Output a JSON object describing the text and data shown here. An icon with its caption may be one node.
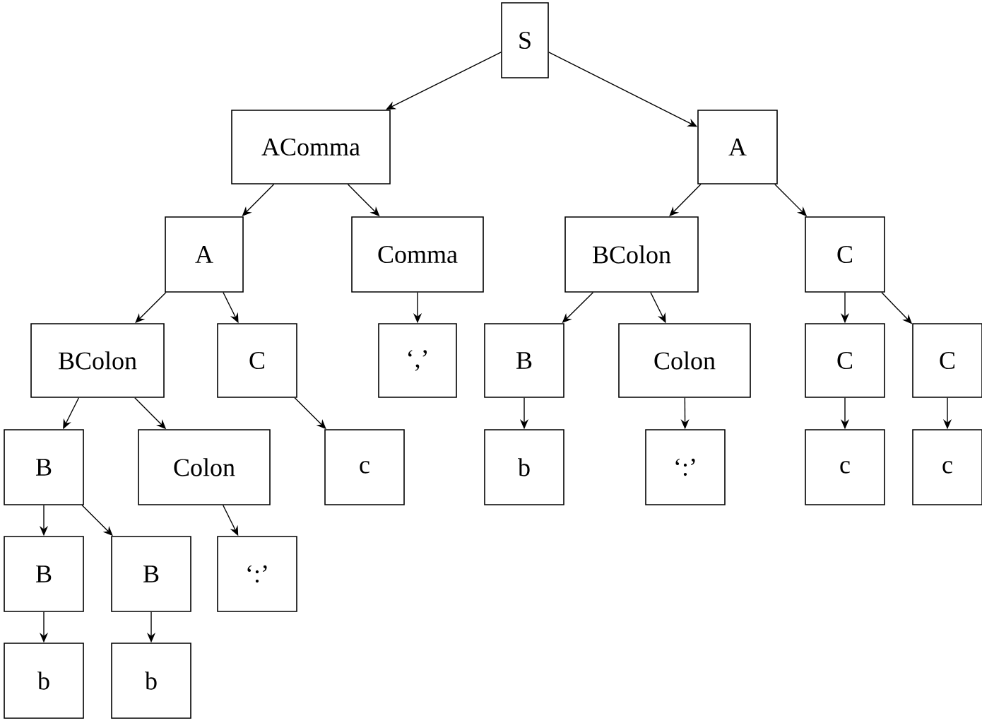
{
  "diagram": {
    "nodes": [
      {
        "text": [
          "S"
        ]
      },
      {
        "text": [
          "AComma"
        ]
      },
      {
        "text": [
          "A"
        ]
      },
      {
        "text": [
          "A"
        ]
      },
      {
        "text": [
          "Comma"
        ]
      },
      {
        "text": [
          "BColon"
        ]
      },
      {
        "text": [
          "C"
        ]
      },
      {
        "text": [
          "BColon"
        ]
      },
      {
        "text": [
          "C"
        ]
      },
      {
        "text": [
          "‘,’"
        ]
      },
      {
        "text": [
          "B"
        ]
      },
      {
        "text": [
          "Colon"
        ]
      },
      {
        "text": [
          "C"
        ]
      },
      {
        "text": [
          "C"
        ]
      },
      {
        "text": [
          "B"
        ]
      },
      {
        "text": [
          "Colon"
        ]
      },
      {
        "text": [
          "c"
        ]
      },
      {
        "text": [
          "b"
        ]
      },
      {
        "text": [
          "‘:’"
        ]
      },
      {
        "text": [
          "c"
        ]
      },
      {
        "text": [
          "c"
        ]
      },
      {
        "text": [
          "B"
        ]
      },
      {
        "text": [
          "B"
        ]
      },
      {
        "text": [
          "‘:’"
        ]
      },
      {
        "text": [
          "b"
        ]
      },
      {
        "text": [
          "b"
        ]
      }
    ],
    "edges": [
      {
        "from": 0,
        "to": 1,
        "arrow": "to"
      },
      {
        "from": 0,
        "to": 2,
        "arrow": "to"
      },
      {
        "from": 1,
        "to": 3,
        "arrow": "to"
      },
      {
        "from": 1,
        "to": 4,
        "arrow": "to"
      },
      {
        "from": 2,
        "to": 5,
        "arrow": "to"
      },
      {
        "from": 2,
        "to": 6,
        "arrow": "to"
      },
      {
        "from": 3,
        "to": 7,
        "arrow": "to"
      },
      {
        "from": 3,
        "to": 8,
        "arrow": "to"
      },
      {
        "from": 4,
        "to": 9,
        "arrow": "to"
      },
      {
        "from": 5,
        "to": 10,
        "arrow": "to"
      },
      {
        "from": 5,
        "to": 11,
        "arrow": "to"
      },
      {
        "from": 6,
        "to": 12,
        "arrow": "to"
      },
      {
        "from": 6,
        "to": 13,
        "arrow": "to"
      },
      {
        "from": 7,
        "to": 14,
        "arrow": "to"
      },
      {
        "from": 7,
        "to": 15,
        "arrow": "to"
      },
      {
        "from": 8,
        "to": 16,
        "arrow": "to"
      },
      {
        "from": 10,
        "to": 17,
        "arrow": "to"
      },
      {
        "from": 11,
        "to": 18,
        "arrow": "to"
      },
      {
        "from": 12,
        "to": 19,
        "arrow": "to"
      },
      {
        "from": 13,
        "to": 20,
        "arrow": "to"
      },
      {
        "from": 14,
        "to": 21,
        "arrow": "to"
      },
      {
        "from": 14,
        "to": 22,
        "arrow": "to"
      },
      {
        "from": 15,
        "to": 23,
        "arrow": "to"
      },
      {
        "from": 21,
        "to": 24,
        "arrow": "to"
      },
      {
        "from": 22,
        "to": 25,
        "arrow": "to"
      }
    ]
  }
}
